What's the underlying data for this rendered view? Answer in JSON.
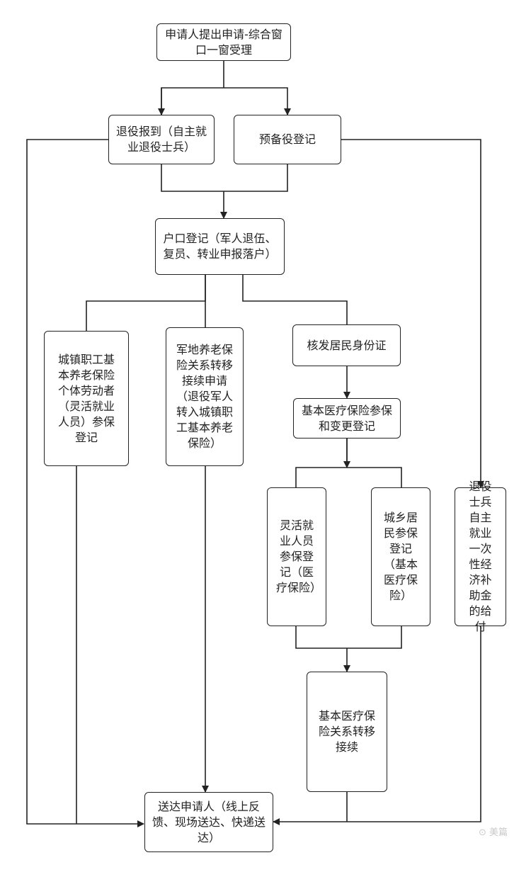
{
  "nodes": {
    "start": "申请人提出申请-综合窗口一窗受理",
    "veteran_report": "退役报到（自主就业退役士兵）",
    "reserve_register": "预备役登记",
    "hukou_register": "户口登记（军人退伍、复员、转业申报落户）",
    "urban_pension": "城镇职工基本养老保险个体劳动者（灵活就业人员）参保登记",
    "military_pension_transfer": "军地养老保险关系转移接续申请（退役军人转入城镇职工基本养老保险）",
    "id_card": "核发居民身份证",
    "medical_register": "基本医疗保险参保和变更登记",
    "flexible_medical": "灵活就业人员参保登记（医疗保险）",
    "urban_rural_medical": "城乡居民参保登记（基本医疗保险）",
    "one_time_subsidy": "退役士兵自主就业一次性经济补助金的给付",
    "medical_transfer": "基本医疗保险关系转移接续",
    "deliver": "送达申请人（线上反馈、现场送达、快递送达）"
  },
  "watermark": "美篇"
}
